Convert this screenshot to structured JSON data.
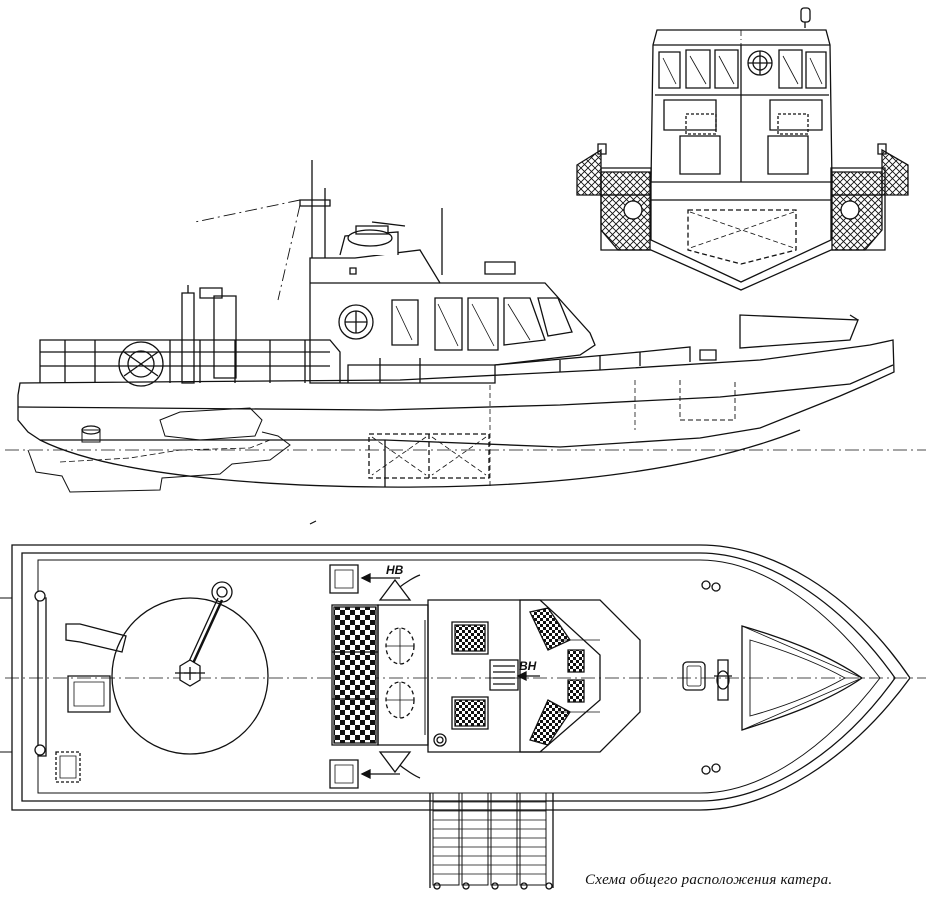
{
  "caption": "Схема общего расположения катера.",
  "labels": {
    "nv": "НВ",
    "vn": "ВН"
  },
  "colors": {
    "ink": "#111111",
    "paper": "#ffffff"
  }
}
